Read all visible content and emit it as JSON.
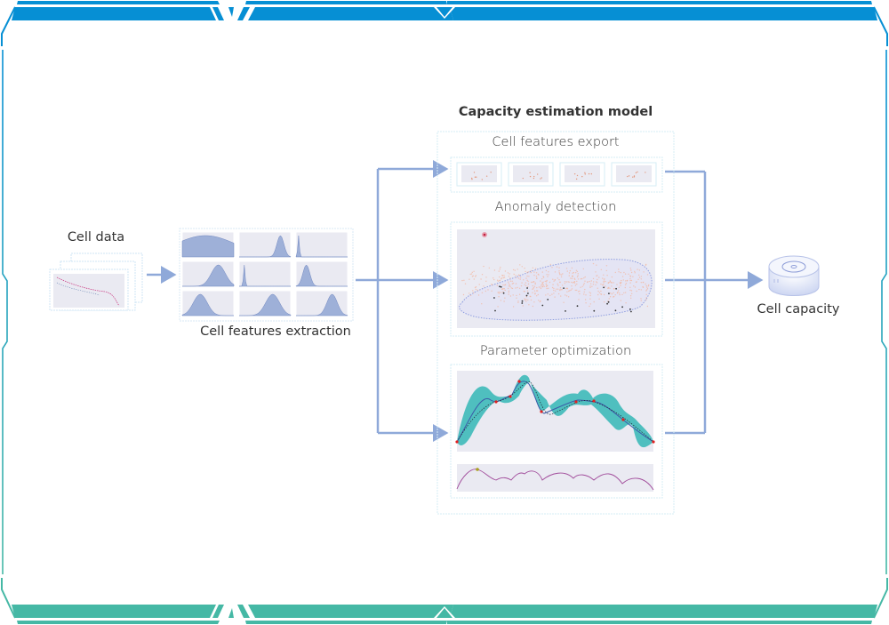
{
  "title": "Capacity estimation model",
  "inputs": {
    "cell_data": "Cell data"
  },
  "extraction": {
    "label": "Cell features extraction"
  },
  "model": {
    "stages": [
      {
        "label": "Cell features export"
      },
      {
        "label": "Anomaly detection"
      },
      {
        "label": "Parameter optimization"
      }
    ]
  },
  "output": {
    "label": "Cell capacity"
  },
  "colors": {
    "frame_top": "#068fd4",
    "frame_bottom": "#45b8a5",
    "connector": "#8fa9d9",
    "band": "#4fbfbf"
  }
}
